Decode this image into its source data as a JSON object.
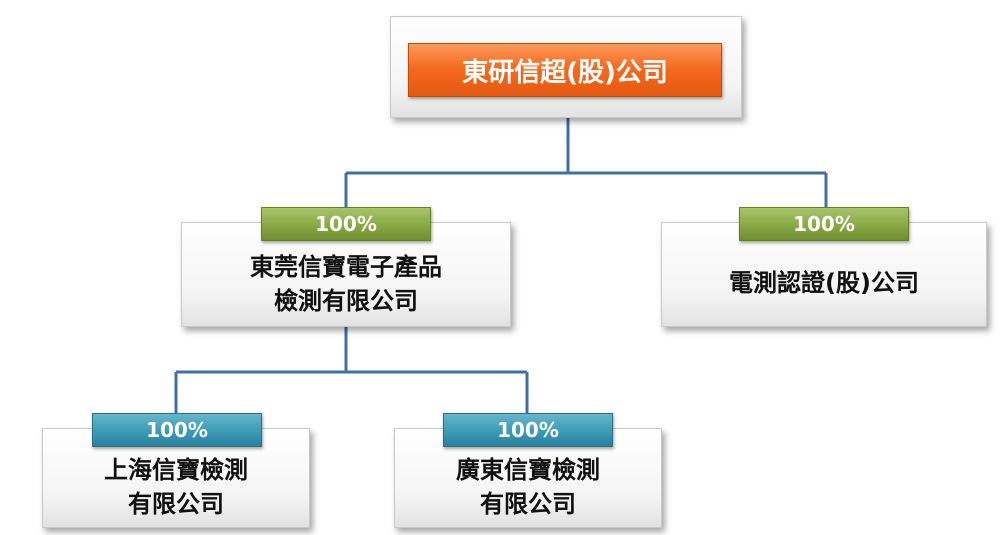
{
  "root": {
    "name": "東研信超(股)公司"
  },
  "level1": [
    {
      "percent": "100%",
      "name_lines": [
        "東莞信寶電子產品",
        "檢測有限公司"
      ]
    },
    {
      "percent": "100%",
      "name_lines": [
        "電測認證(股)公司"
      ]
    }
  ],
  "level2": [
    {
      "percent": "100%",
      "name_lines": [
        "上海信寶檢測",
        "有限公司"
      ]
    },
    {
      "percent": "100%",
      "name_lines": [
        "廣東信寶檢測",
        "有限公司"
      ]
    }
  ],
  "colors": {
    "connector": "#3f6fa6",
    "root_fill": "#f46b20",
    "level1_badge": "#88a844",
    "level2_badge": "#3c9bb5"
  }
}
